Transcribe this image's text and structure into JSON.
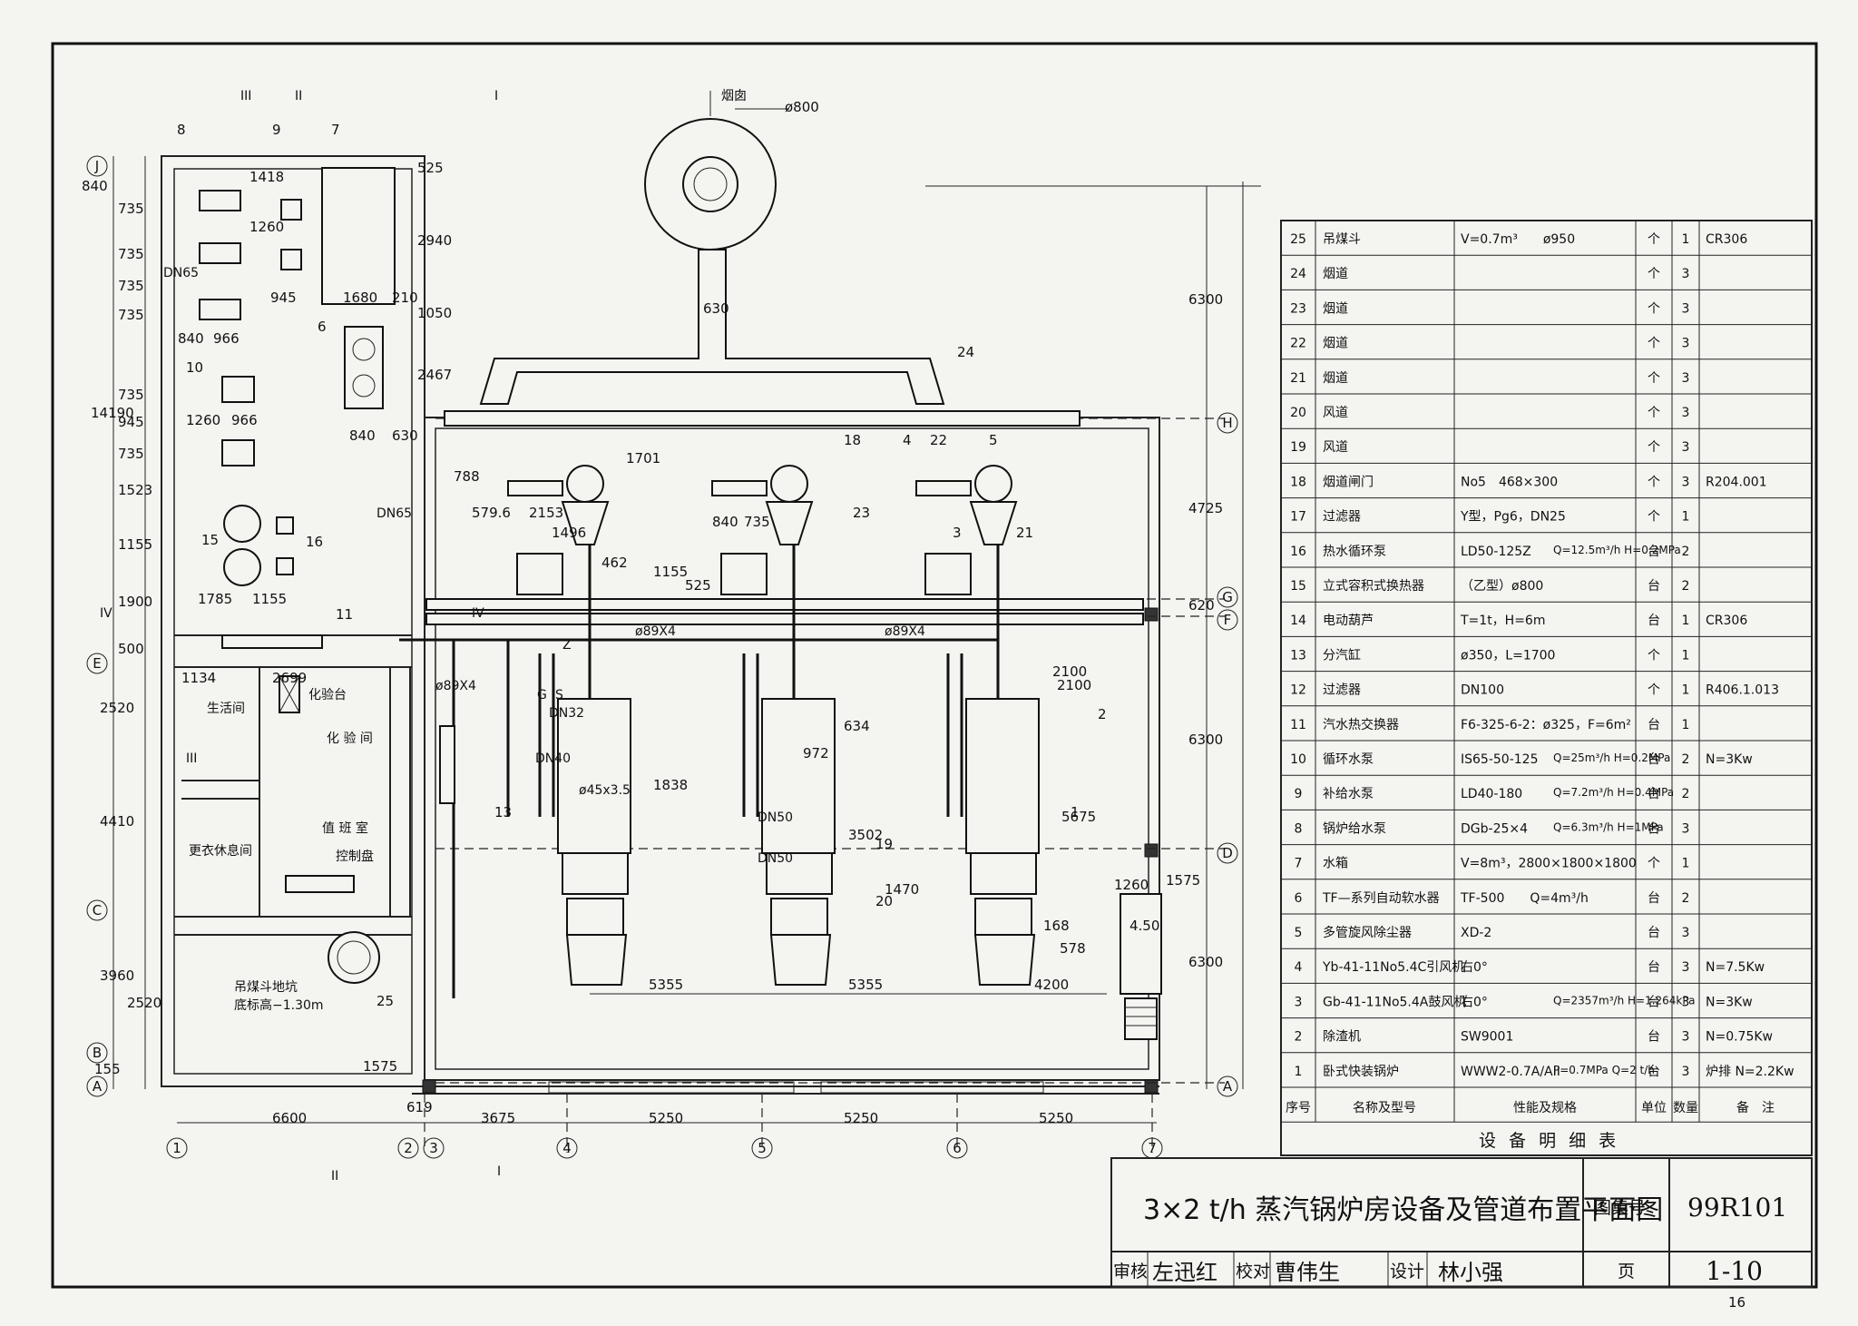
{
  "equipment_table": {
    "caption": "设 备 明 细 表",
    "headers": {
      "no": "序号",
      "name": "名称及型号",
      "spec": "性能及规格",
      "unit": "单位",
      "qty": "数量",
      "note": "备　注"
    },
    "rows": [
      {
        "no": "25",
        "name": "吊煤斗",
        "spec": "V=0.7m³　　ø950",
        "spec2": "",
        "unit": "个",
        "qty": "1",
        "note": "CR306"
      },
      {
        "no": "24",
        "name": "烟道",
        "spec": "",
        "spec2": "",
        "unit": "个",
        "qty": "3",
        "note": ""
      },
      {
        "no": "23",
        "name": "烟道",
        "spec": "",
        "spec2": "",
        "unit": "个",
        "qty": "3",
        "note": ""
      },
      {
        "no": "22",
        "name": "烟道",
        "spec": "",
        "spec2": "",
        "unit": "个",
        "qty": "3",
        "note": ""
      },
      {
        "no": "21",
        "name": "烟道",
        "spec": "",
        "spec2": "",
        "unit": "个",
        "qty": "3",
        "note": ""
      },
      {
        "no": "20",
        "name": "风道",
        "spec": "",
        "spec2": "",
        "unit": "个",
        "qty": "3",
        "note": ""
      },
      {
        "no": "19",
        "name": "风道",
        "spec": "",
        "spec2": "",
        "unit": "个",
        "qty": "3",
        "note": ""
      },
      {
        "no": "18",
        "name": "烟道闸门",
        "spec": "No5　468×300",
        "spec2": "",
        "unit": "个",
        "qty": "3",
        "note": "R204.001"
      },
      {
        "no": "17",
        "name": "过滤器",
        "spec": "Y型，Pg6，DN25",
        "spec2": "",
        "unit": "个",
        "qty": "1",
        "note": ""
      },
      {
        "no": "16",
        "name": "热水循环泵",
        "spec": "LD50-125Z",
        "spec2": "Q=12.5m³/h H=0.2MPa",
        "unit": "台",
        "qty": "2",
        "note": ""
      },
      {
        "no": "15",
        "name": "立式容积式换热器",
        "spec": "（乙型）ø800",
        "spec2": "",
        "unit": "台",
        "qty": "2",
        "note": ""
      },
      {
        "no": "14",
        "name": "电动葫芦",
        "spec": "T=1t，H=6m",
        "spec2": "",
        "unit": "台",
        "qty": "1",
        "note": "CR306"
      },
      {
        "no": "13",
        "name": "分汽缸",
        "spec": "ø350，L=1700",
        "spec2": "",
        "unit": "个",
        "qty": "1",
        "note": ""
      },
      {
        "no": "12",
        "name": "过滤器",
        "spec": "DN100",
        "spec2": "",
        "unit": "个",
        "qty": "1",
        "note": "R406.1.013"
      },
      {
        "no": "11",
        "name": "汽水热交换器",
        "spec": "F6-325-6-2：ø325，F=6m²",
        "spec2": "",
        "unit": "台",
        "qty": "1",
        "note": ""
      },
      {
        "no": "10",
        "name": "循环水泵",
        "spec": "IS65-50-125",
        "spec2": "Q=25m³/h H=0.2MPa",
        "unit": "台",
        "qty": "2",
        "note": "N=3Kw"
      },
      {
        "no": "9",
        "name": "补给水泵",
        "spec": "LD40-180",
        "spec2": "Q=7.2m³/h H=0.4MPa",
        "unit": "台",
        "qty": "2",
        "note": ""
      },
      {
        "no": "8",
        "name": "锅炉给水泵",
        "spec": "DGb-25×4",
        "spec2": "Q=6.3m³/h H=1MPa",
        "unit": "台",
        "qty": "3",
        "note": ""
      },
      {
        "no": "7",
        "name": "水箱",
        "spec": "V=8m³，2800×1800×1800",
        "spec2": "",
        "unit": "个",
        "qty": "1",
        "note": ""
      },
      {
        "no": "6",
        "name": "TF—系列自动软水器",
        "spec": "TF-500　　Q=4m³/h",
        "spec2": "",
        "unit": "台",
        "qty": "2",
        "note": ""
      },
      {
        "no": "5",
        "name": "多管旋风除尘器",
        "spec": "XD-2",
        "spec2": "",
        "unit": "台",
        "qty": "3",
        "note": ""
      },
      {
        "no": "4",
        "name": "Yb-41-11No5.4C引风机",
        "spec": "右0°",
        "spec2": "",
        "unit": "台",
        "qty": "3",
        "note": "N=7.5Kw"
      },
      {
        "no": "3",
        "name": "Gb-41-11No5.4A鼓风机",
        "spec": "右0°",
        "spec2": "Q=2357m³/h H=1.264kPa",
        "unit": "台",
        "qty": "3",
        "note": "N=3Kw"
      },
      {
        "no": "2",
        "name": "除渣机",
        "spec": "SW9001",
        "spec2": "",
        "unit": "台",
        "qty": "3",
        "note": "N=0.75Kw"
      },
      {
        "no": "1",
        "name": "卧式快装锅炉",
        "spec": "WWW2-0.7A/AII",
        "spec2": "P=0.7MPa Q=2 t/h",
        "unit": "台",
        "qty": "3",
        "note": "炉排 N=2.2Kw"
      }
    ]
  },
  "title_block": {
    "title": "3×2 t/h 蒸汽锅炉房设备及管道布置平面图",
    "atlas_label": "图集号",
    "atlas_no": "99R101",
    "review_label": "审核",
    "reviewer": "左迅红",
    "check_label": "校对",
    "checker": "曹伟生",
    "design_label": "设计",
    "designer": "林小强",
    "page_label": "页",
    "page_no": "1-10",
    "sheet_no": "16"
  },
  "plan": {
    "grid_letters": [
      "J",
      "H",
      "G",
      "F",
      "E",
      "D",
      "C",
      "B",
      "A"
    ],
    "grid_numbers": [
      "1",
      "2",
      "3",
      "4",
      "5",
      "6",
      "7"
    ],
    "sections": [
      "III",
      "II",
      "I",
      "IV"
    ],
    "rooms": {
      "life": "生活间",
      "lab_small": "化验台",
      "lab": "化 验 间",
      "changing": "更衣休息间",
      "control": "值 班 室",
      "panel": "控制盘",
      "pit": "吊煤斗地坑",
      "pit_level": "底标高−1.30m",
      "chimney": "烟囱"
    },
    "bottom_dims": [
      "6600",
      "619",
      "3675",
      "5250",
      "5250",
      "5250"
    ],
    "left_dims": [
      "840",
      "735",
      "735",
      "735",
      "735",
      "14190",
      "735",
      "945",
      "735",
      "1523",
      "1155",
      "1900",
      "500",
      "2520",
      "4410",
      "3960",
      "2520",
      "155"
    ],
    "right_dims": [
      "6300",
      "4725",
      "620",
      "6300",
      "2100",
      "6300",
      "1575"
    ],
    "top_dims": [
      "1418",
      "1260",
      "945",
      "1680",
      "210",
      "525",
      "2940",
      "1050",
      "2467",
      "840",
      "630",
      "840",
      "966",
      "1260",
      "966"
    ],
    "misc_dims": [
      "1785",
      "1155",
      "1134",
      "2699",
      "1575",
      "2153",
      "579.6",
      "788",
      "1701",
      "1496",
      "462",
      "1155",
      "525",
      "840",
      "735",
      "630",
      "1838",
      "3502",
      "972",
      "634",
      "1470",
      "5675",
      "2100",
      "168",
      "578",
      "1260",
      "4.50",
      "5355",
      "5355",
      "4200",
      "ø800"
    ],
    "pipe_labels": [
      "ø89X4",
      "ø89X4",
      "ø89X4",
      "DN65",
      "DN65",
      "Z",
      "G",
      "S",
      "DN40",
      "DN32",
      "ø45x3.5",
      "DN50",
      "DN50"
    ]
  }
}
